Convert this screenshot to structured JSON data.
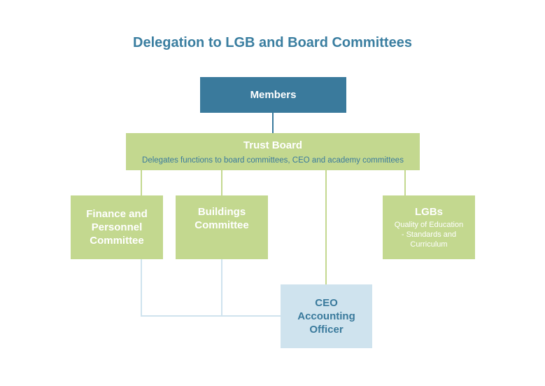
{
  "title": "Delegation to LGB and Board Committees",
  "nodes": {
    "members": {
      "label": "Members"
    },
    "trust_board": {
      "label": "Trust Board",
      "sub": "Delegates functions to board committees, CEO and academy committees"
    },
    "finance": {
      "label": "Finance and\nPersonnel\nCommittee"
    },
    "buildings": {
      "label": "Buildings\nCommittee"
    },
    "lgbs": {
      "label": "LGBs",
      "sub": "Quality of Education\n- Standards and\nCurriculum"
    },
    "ceo": {
      "label": "CEO\nAccounting\nOfficer"
    }
  },
  "colors": {
    "dark_blue": "#3a7a9c",
    "green": "#c3d88f",
    "light_blue": "#cfe3ee",
    "title": "#3a7ea0"
  }
}
